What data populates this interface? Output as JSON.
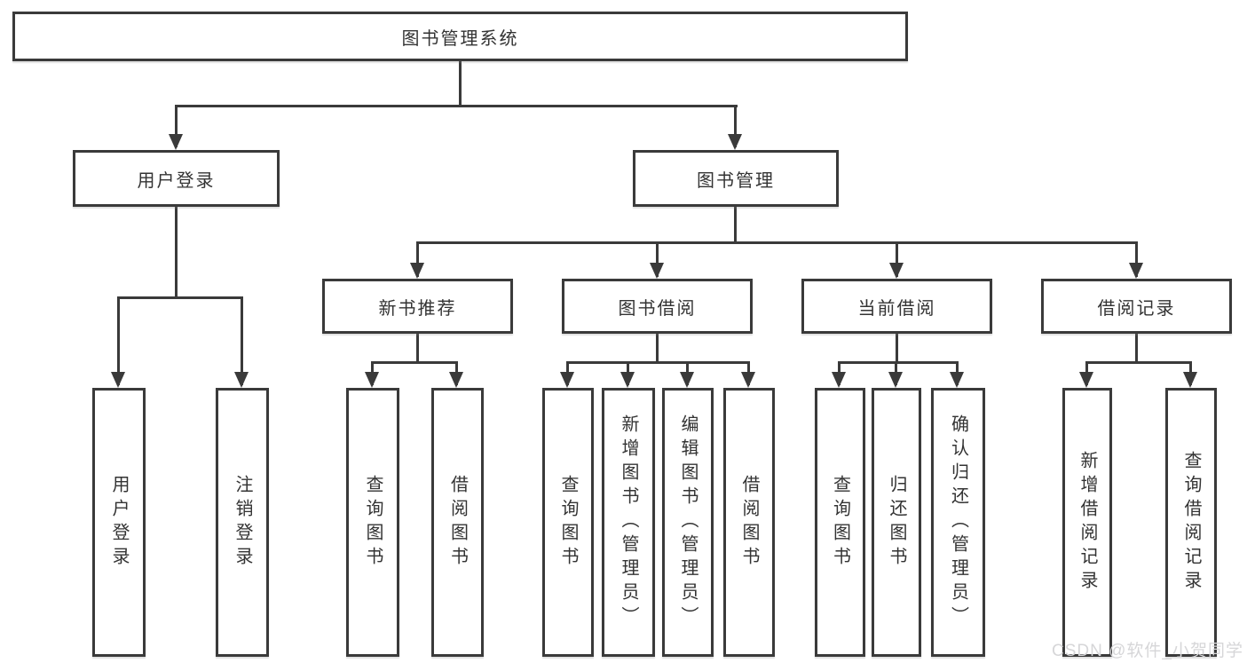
{
  "colors": {
    "line": "#3a3a3a",
    "text": "#333333",
    "box_bg": "#ffffff",
    "watermark": "#d6d6d8"
  },
  "watermark": "CSDN @软件_小贺同学",
  "nodes": {
    "root": "图书管理系统",
    "user_login": "用户登录",
    "book_mgmt": "图书管理",
    "new_book": "新书推荐",
    "book_borrow": "图书借阅",
    "current_borrow": "当前借阅",
    "borrow_record": "借阅记录",
    "leaf_user_login": "用户登录",
    "leaf_logout": "注销登录",
    "leaf_nb_query": "查询图书",
    "leaf_nb_borrow": "借阅图书",
    "leaf_bb_query": "查询图书",
    "leaf_bb_add": "新增图书（管理员）",
    "leaf_bb_edit": "编辑图书（管理员）",
    "leaf_bb_borrow": "借阅图书",
    "leaf_cb_query": "查询图书",
    "leaf_cb_return": "归还图书",
    "leaf_cb_confirm": "确认归还（管理员）",
    "leaf_br_add": "新增借阅记录",
    "leaf_br_query": "查询借阅记录"
  }
}
